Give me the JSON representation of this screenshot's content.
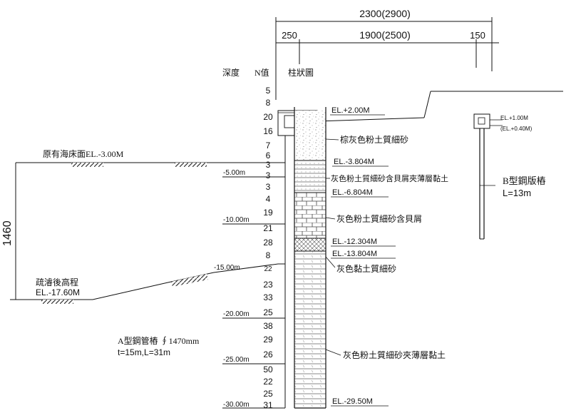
{
  "dimensions": {
    "total": "2300(2900)",
    "left": "250",
    "middle": "1900(2500)",
    "right": "150",
    "height": "1460"
  },
  "headers": {
    "depth": "深度",
    "n_value": "N值",
    "column": "柱狀圖"
  },
  "n_values": [
    "5",
    "8",
    "20",
    "16",
    "7",
    "6",
    "3",
    "3",
    "3",
    "4",
    "19",
    "21",
    "28",
    "8",
    "22",
    "23",
    "33",
    "25",
    "38",
    "29",
    "26",
    "50",
    "22",
    "25",
    "31"
  ],
  "depth_marks": [
    "-5.00m",
    "-10.00m",
    "-15.00m",
    "-20.00m",
    "-25.00m",
    "-30.00m"
  ],
  "elevations": {
    "top": "EL.+2.00M",
    "l1": "EL.-3.804M",
    "l2": "EL.-6.804M",
    "l3": "EL.-12.304M",
    "l4": "EL.-13.804M",
    "bottom": "EL.-29.50M"
  },
  "soil_layers": {
    "l1": "棕灰色粉土質細砂",
    "l2": "灰色粉土質細砂含貝屑夾薄層黏土",
    "l3": "灰色粉土質細砂含貝屑",
    "l4": "灰色黏土質細砂",
    "l5": "灰色粉土質細砂夾薄層黏土"
  },
  "seabed": {
    "original": "原有海床面EL.-3.00M",
    "dredge_label": "疏濬後高程",
    "dredge_el": "EL.-17.60M"
  },
  "pipe_pile": {
    "label": "A型鋼管樁 ∮1470mm",
    "spec": "t=15m,L=31m"
  },
  "sheet_pile": {
    "label": "B型鋼版樁",
    "length": "L=13m",
    "el1": "EL.+1.00M",
    "el2": "(EL.+0.40M)"
  }
}
